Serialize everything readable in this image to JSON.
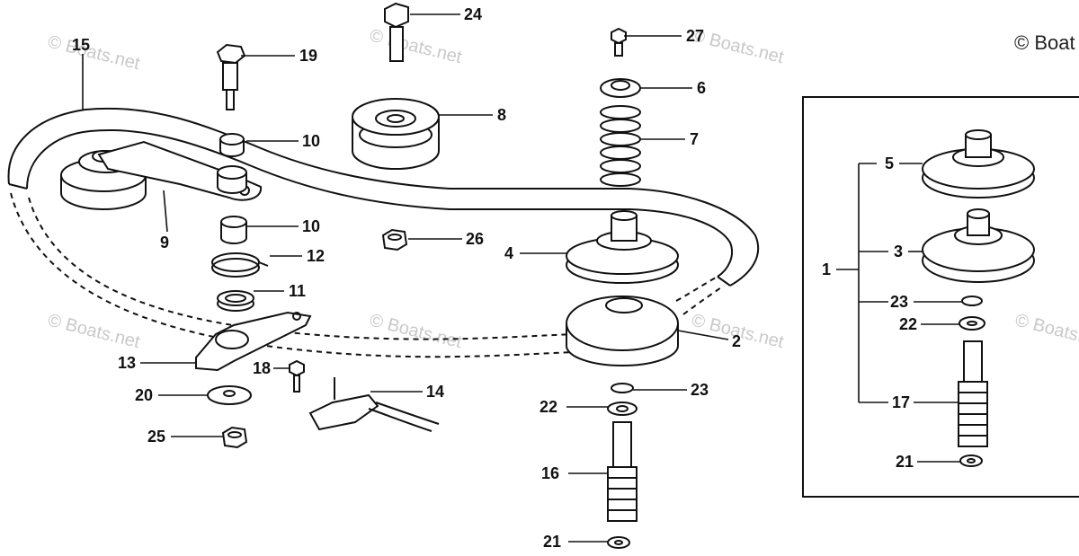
{
  "copyright": "© Boat",
  "watermarks": [
    "© Boats.net",
    "© Boats.net",
    "© Boats.net",
    "© Boats.net",
    "© Boats.net",
    "© Boats.net",
    "© Boats.net"
  ],
  "callouts": [
    "15",
    "19",
    "24",
    "27",
    "6",
    "8",
    "10",
    "7",
    "10",
    "9",
    "26",
    "4",
    "12",
    "11",
    "2",
    "13",
    "18",
    "14",
    "23",
    "20",
    "22",
    "25",
    "16",
    "21",
    "5",
    "3",
    "1",
    "23",
    "22",
    "17",
    "21"
  ],
  "colors": {
    "ink": "#111111",
    "paper": "#ffffff",
    "watermark": "#c9c9c9"
  }
}
